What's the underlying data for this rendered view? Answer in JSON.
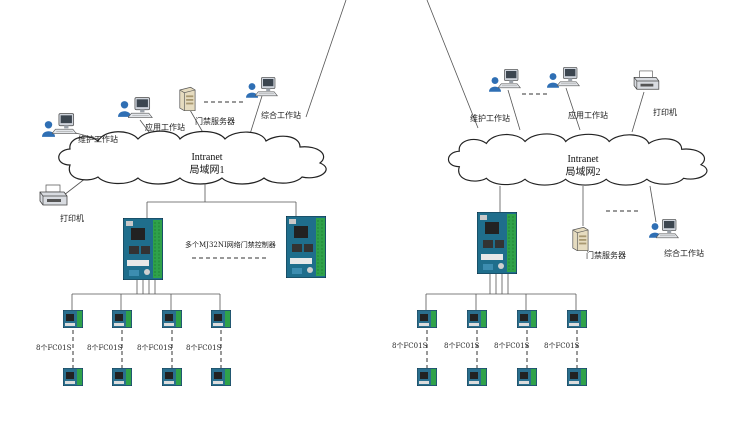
{
  "left": {
    "cloud_line1": "Intranet",
    "cloud_line2": "局域网1",
    "maintenance_station": "维护工作站",
    "app_station": "应用工作站",
    "access_server": "门禁服务器",
    "integrated_station": "综合工作站",
    "printer": "打印机",
    "controllers_label": "多个MJ32NI网络门禁控制器",
    "fc_label": "8个FC01S"
  },
  "right": {
    "cloud_line1": "Intranet",
    "cloud_line2": "局域网2",
    "maintenance_station": "维护工作站",
    "app_station": "应用工作站",
    "printer": "打印机",
    "access_server": "门禁服务器",
    "integrated_station": "综合工作站",
    "fc_label": "8个FC01S"
  }
}
